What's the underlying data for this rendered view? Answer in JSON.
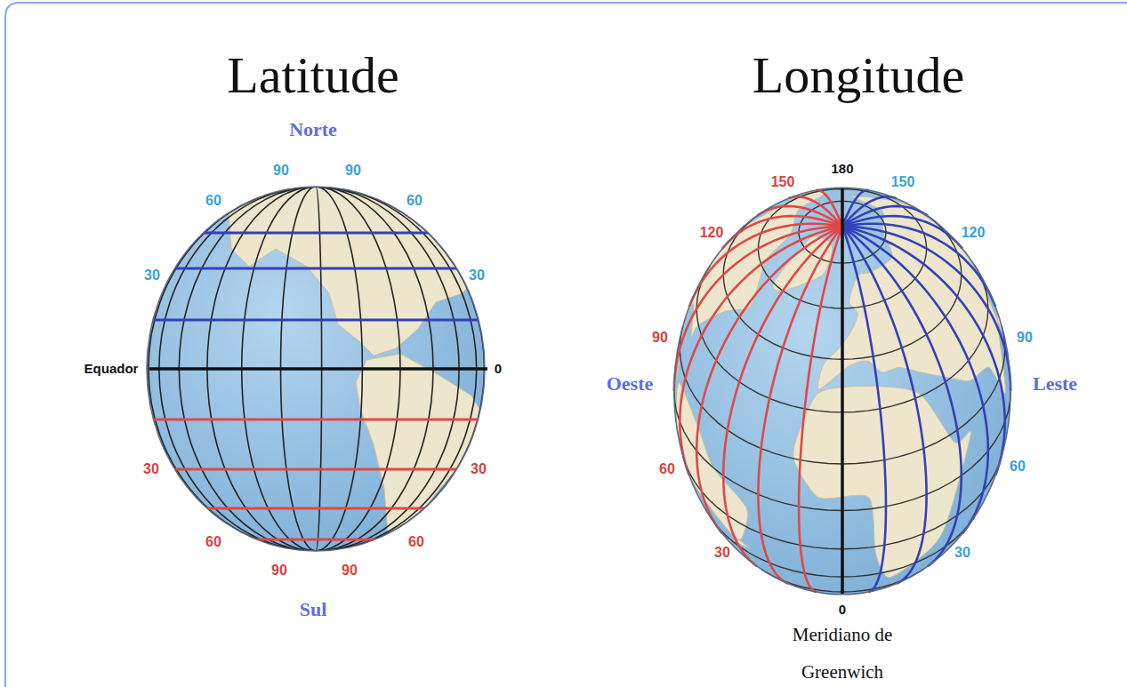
{
  "diagram": {
    "labels": [
      "Latitude",
      "Longitude",
      "Norte",
      "90",
      "90",
      "180",
      "150",
      "150",
      "60",
      "60",
      "120",
      "120",
      "30",
      "30",
      "90",
      "90",
      "Equador",
      "0",
      "Oeste",
      "Leste",
      "30",
      "30",
      "60",
      "60",
      "60",
      "60",
      "30",
      "30",
      "90",
      "90",
      "0",
      "Sul",
      "Meridiano de Greenwich"
    ]
  }
}
